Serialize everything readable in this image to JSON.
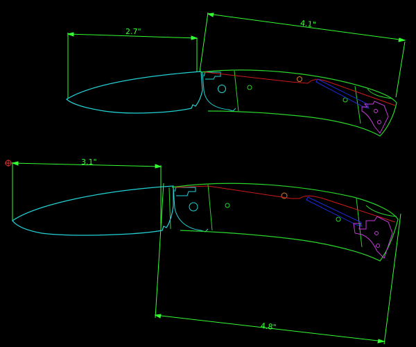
{
  "dimensions": {
    "top_blade": "2.7\"",
    "top_overall": "4.1\"",
    "bottom_blade": "3.1\"",
    "bottom_overall": "4.8\""
  },
  "colors": {
    "background": "#000000",
    "dimension": "#33ff33",
    "blade": "#22d3d6",
    "handle": "#2bd62b",
    "spine_line": "#d11a1a",
    "pin": "#d87a26",
    "lock": "#1c2bd8",
    "butt": "#c43cd8",
    "origin_mark": "#e03030"
  },
  "icons": {
    "origin_marker": "crosshair-circle-icon"
  }
}
